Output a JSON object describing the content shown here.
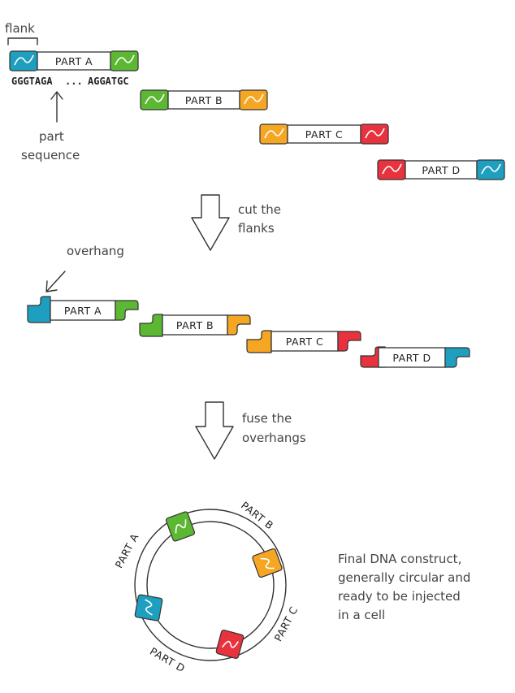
{
  "labels": {
    "flank": "flank",
    "sequence_left": "GGGTAGA",
    "sequence_dots": "...",
    "sequence_right": "AGGATGC",
    "part_sequence_line1": "part",
    "part_sequence_line2": "sequence",
    "cut_line1": "cut the",
    "cut_line2": "flanks",
    "overhang": "overhang",
    "fuse_line1": "fuse the",
    "fuse_line2": "overhangs",
    "final_line1": "Final DNA construct,",
    "final_line2": "generally circular and",
    "final_line3": "ready to be injected",
    "final_line4": "in a cell"
  },
  "parts": {
    "a": "PART A",
    "b": "PART B",
    "c": "PART C",
    "d": "PART D"
  },
  "colors": {
    "teal": "#1f9fbf",
    "green": "#5cb832",
    "orange": "#f5a623",
    "red": "#e8333f",
    "ink": "#333333"
  }
}
